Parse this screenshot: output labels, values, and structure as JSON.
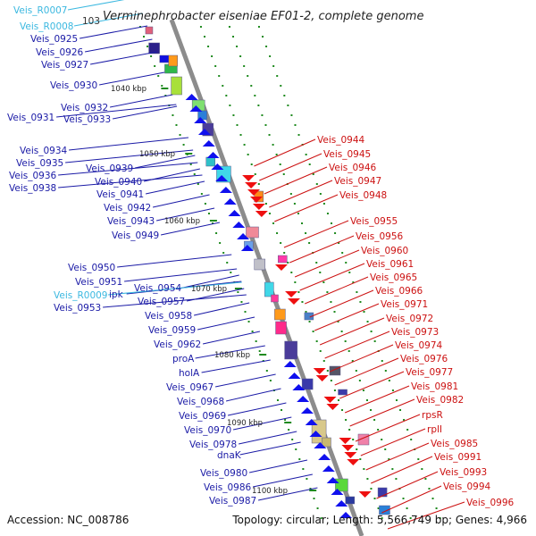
{
  "title": "Verminephrobacter eiseniae EF01-2, complete genome",
  "footer": {
    "accession": "Accession: NC_008786",
    "summary": "Topology: circular; Length: 5,566,749 bp; Genes: 4,966"
  },
  "colors": {
    "left_label": "#1a1aa6",
    "right_label": "#cc1111",
    "rna_label": "#3bb8e0",
    "backbone": "#8c8c8c",
    "dots": "#1f8a1f"
  },
  "left_labels": [
    {
      "text": "Veis_R0007",
      "kind": "rna"
    },
    {
      "text": "103",
      "kind": "small"
    },
    {
      "text": "Veis_R0008",
      "kind": "rna"
    },
    {
      "text": "Veis_0925"
    },
    {
      "text": "Veis_0926"
    },
    {
      "text": "Veis_0927"
    },
    {
      "text": "Veis_0930"
    },
    {
      "text": "Veis_0932"
    },
    {
      "text": "Veis_0931"
    },
    {
      "text": "Veis_0933"
    },
    {
      "text": "Veis_0934"
    },
    {
      "text": "Veis_0935"
    },
    {
      "text": "Veis_0939"
    },
    {
      "text": "Veis_0936"
    },
    {
      "text": "Veis_0940"
    },
    {
      "text": "Veis_0938"
    },
    {
      "text": "Veis_0941"
    },
    {
      "text": "Veis_0942"
    },
    {
      "text": "Veis_0943"
    },
    {
      "text": "Veis_0949"
    },
    {
      "text": "Veis_0950"
    },
    {
      "text": "Veis_0951"
    },
    {
      "text": "Veis_0954"
    },
    {
      "text": "ipk"
    },
    {
      "text": "Veis_R0009",
      "kind": "rna"
    },
    {
      "text": "Veis_0953"
    },
    {
      "text": "Veis_0957"
    },
    {
      "text": "Veis_0958"
    },
    {
      "text": "Veis_0959"
    },
    {
      "text": "Veis_0962"
    },
    {
      "text": "proA"
    },
    {
      "text": "holA"
    },
    {
      "text": "Veis_0967"
    },
    {
      "text": "Veis_0968"
    },
    {
      "text": "Veis_0969"
    },
    {
      "text": "Veis_0970"
    },
    {
      "text": "Veis_0978"
    },
    {
      "text": "dnaK"
    },
    {
      "text": "Veis_0980"
    },
    {
      "text": "Veis_0986"
    },
    {
      "text": "Veis_0987"
    }
  ],
  "right_labels": [
    {
      "text": "Veis_0944"
    },
    {
      "text": "Veis_0945"
    },
    {
      "text": "Veis_0946"
    },
    {
      "text": "Veis_0947"
    },
    {
      "text": "Veis_0948"
    },
    {
      "text": "Veis_0955"
    },
    {
      "text": "Veis_0956"
    },
    {
      "text": "Veis_0960"
    },
    {
      "text": "Veis_0961"
    },
    {
      "text": "Veis_0965"
    },
    {
      "text": "Veis_0966"
    },
    {
      "text": "Veis_0971"
    },
    {
      "text": "Veis_0972"
    },
    {
      "text": "Veis_0973"
    },
    {
      "text": "Veis_0974"
    },
    {
      "text": "Veis_0976"
    },
    {
      "text": "Veis_0977"
    },
    {
      "text": "Veis_0981"
    },
    {
      "text": "Veis_0982"
    },
    {
      "text": "rpsR"
    },
    {
      "text": "rplI"
    },
    {
      "text": "Veis_0985"
    },
    {
      "text": "Veis_0991"
    },
    {
      "text": "Veis_0993"
    },
    {
      "text": "Veis_0994"
    },
    {
      "text": "Veis_0996"
    }
  ],
  "scale_marks": [
    {
      "text": "1040 kbp"
    },
    {
      "text": "1050 kbp"
    },
    {
      "text": "1060 kbp"
    },
    {
      "text": "1070 kbp"
    },
    {
      "text": "1080 kbp"
    },
    {
      "text": "1090 kbp"
    },
    {
      "text": "1100 kbp"
    }
  ]
}
